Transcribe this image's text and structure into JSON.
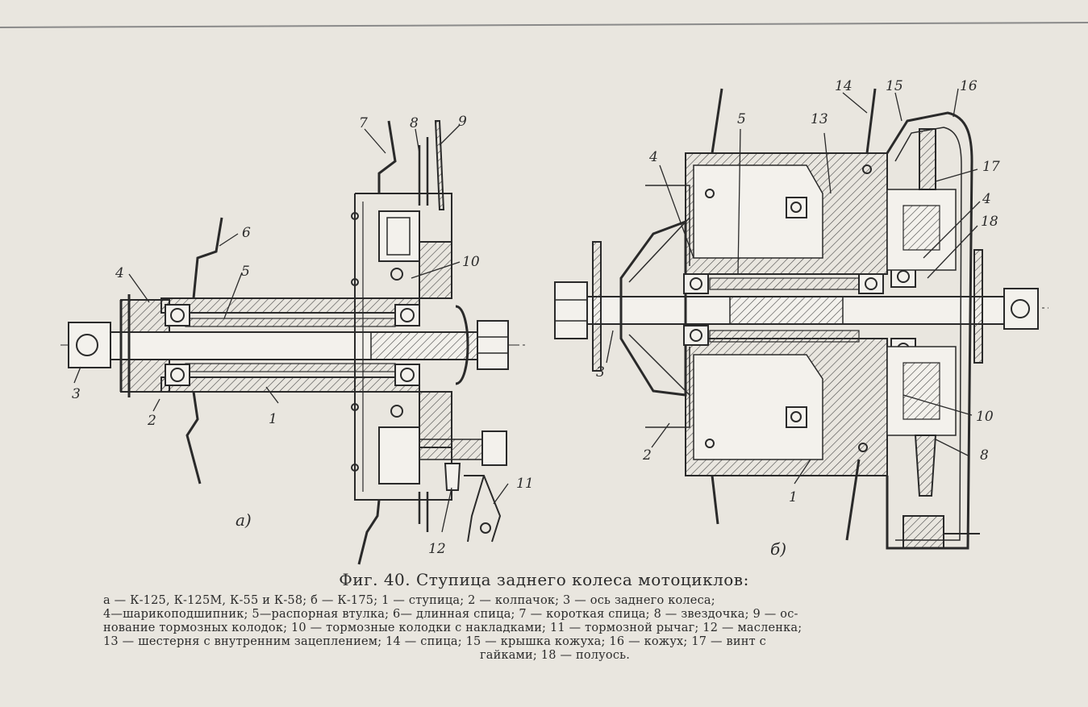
{
  "figure": {
    "caption": "Фиг. 40. Ступица заднего колеса мотоциклов:",
    "legend_lines": [
      "а — К-125, К-125М, К-55 и К-58; б — К-175; 1 — ступица; 2 — колпачок; 3 — ось заднего колеса;",
      "4—шарикоподшипник; 5—распорная втулка; 6— длинная спица; 7 — короткая спица; 8 — звездочка; 9 — ос-",
      "нование тормозных колодок; 10 — тормозные колодки с накладками; 11 — тормозной рычаг; 12 — масленка;",
      "13 — шестерня с внутренним зацеплением; 14 — спица; 15 — крышка кожуха; 16 — кожух; 17 — винт с",
      "гайками; 18 — полуось."
    ]
  },
  "drawing_a": {
    "sublabel": "а)",
    "labels": [
      "1",
      "2",
      "3",
      "4",
      "5",
      "6",
      "7",
      "8",
      "9",
      "10",
      "11",
      "12"
    ]
  },
  "drawing_b": {
    "sublabel": "б)",
    "labels": [
      "1",
      "2",
      "3",
      "4",
      "5",
      "8",
      "10",
      "13",
      "14",
      "15",
      "16",
      "17",
      "4",
      "18"
    ]
  }
}
